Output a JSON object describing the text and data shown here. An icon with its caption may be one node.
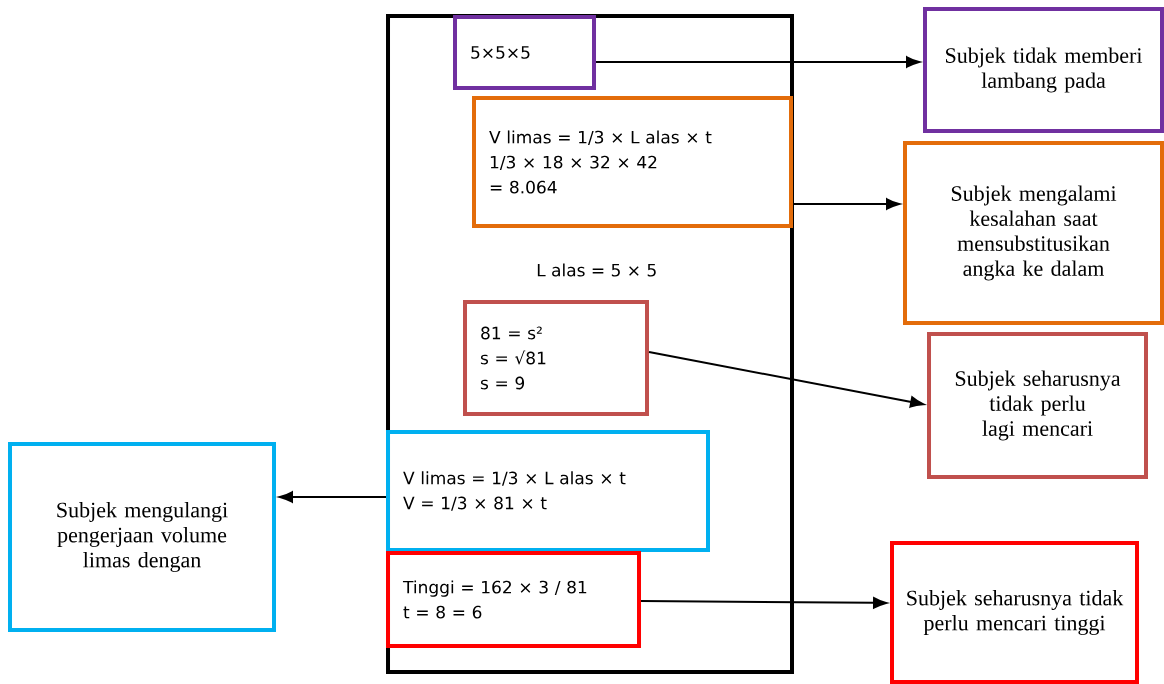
{
  "diagram": {
    "nodes": [
      {
        "text": [],
        "shape": "box"
      },
      {
        "text": [
          "5×5×5"
        ],
        "in": 0
      },
      {
        "text": [
          "V limas = 1/3 × L alas × t",
          "1/3 × 18 × 32 × 42",
          "= 8.064"
        ],
        "in": 0
      },
      {
        "text": [
          "81 = s²",
          "s = √81",
          "s = 9"
        ],
        "in": 0
      },
      {
        "text": [
          "V limas = 1/3 × L alas × t",
          "V = 1/3 × 81 × t"
        ],
        "in": 0
      },
      {
        "text": [
          "Tinggi = 162 × 3 / 81",
          "t = 8 = 6"
        ],
        "in": 0
      },
      {
        "text": [
          "Subjek tidak memberi lambang pada"
        ]
      },
      {
        "text": [
          "Subjek mengalami kesalahan saat mensubstitusikan angka ke dalam"
        ]
      },
      {
        "text": [
          "Subjek seharusnya tidak perlu lagi mencari"
        ]
      },
      {
        "text": [
          "Subjek mengulangi pengerjaan volume limas dengan"
        ]
      },
      {
        "text": [
          "Subjek seharusnya tidak perlu mencari tinggi"
        ]
      }
    ],
    "edges": [
      {
        "from": 1,
        "to": 6,
        "arrow": "to"
      },
      {
        "from": 2,
        "to": 7,
        "arrow": "to"
      },
      {
        "from": 3,
        "to": 8,
        "arrow": "to"
      },
      {
        "from": 4,
        "to": 9,
        "arrow": "to"
      },
      {
        "from": 5,
        "to": 10,
        "arrow": "to"
      }
    ],
    "labels": [
      "L alas = 5 × 5"
    ]
  }
}
